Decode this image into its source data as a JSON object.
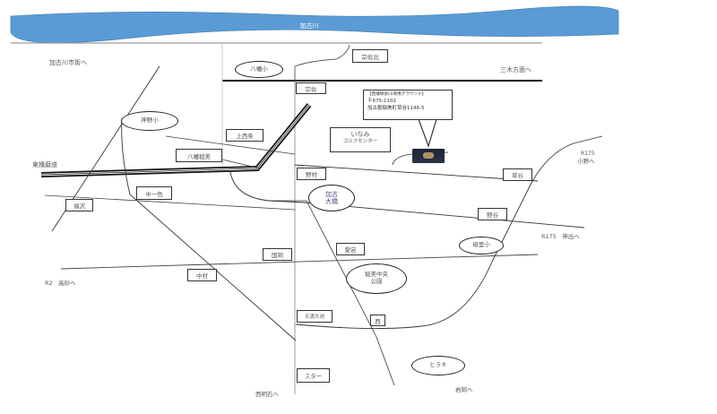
{
  "river": {
    "name": "加古川",
    "color": "#5b9bd5"
  },
  "directions": {
    "kakogawa_city": "加古川市街へ",
    "miki": "三木方面へ",
    "tobanhaido": "東播磨道",
    "r175_ono_route": "R175",
    "r175_ono_dest": "小野へ",
    "r175_kande": "R175　神出へ",
    "r2_takasago": "R2　高砂へ",
    "nishiakashi": "西明石へ",
    "iwaoka": "岩岡へ"
  },
  "place_boxes": {
    "sosakita": "宗佐北",
    "sosa": "宗佐",
    "kaminishijo": "上西条",
    "yawata_inami": "八幡稲美",
    "nomura": "野村",
    "kusadani": "草谷",
    "nakaisshiki": "中一色",
    "fukusawa": "福沢",
    "nodani": "野谷",
    "atago": "愛宕",
    "kunioka": "国岡",
    "nakamura": "中村",
    "tenman_oike": "天満大池",
    "ni": "西",
    "star": "スター"
  },
  "ovals": {
    "yawata_sho": "八幡小",
    "kanno_sho": "神野小",
    "kako_taisho": "加古\n大橋",
    "haha_sato_sho": "母里小",
    "inami_chuo_koen": "稲美中央\n公園",
    "hiraki": "ヒラキ"
  },
  "destination": {
    "title": "【西播球会LS専用グラウンド】",
    "postal": "〒675-1102",
    "address": "加古郡稲美町草谷1146-5"
  },
  "golf_center": {
    "name": "いなみ",
    "sub": "ゴルフセンター"
  }
}
